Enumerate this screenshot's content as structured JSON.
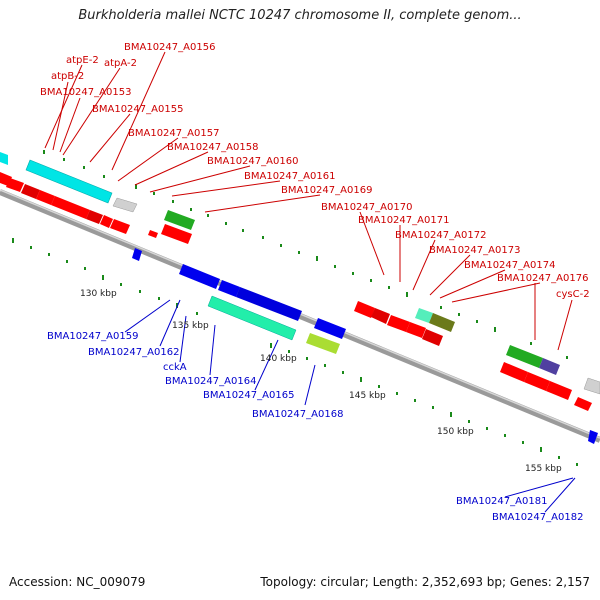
{
  "title": "Burkholderia mallei NCTC 10247 chromosome II, complete genom...",
  "footer": {
    "accession": "Accession: NC_009079",
    "topology": "Topology: circular; Length: 2,352,693 bp; Genes: 2,157"
  },
  "colors": {
    "label_top": "#cc0000",
    "label_bottom": "#0000cc",
    "tick": "#1a8a1a",
    "backbone": "#9a9a9a"
  },
  "ruler_labels": [
    "130 kbp",
    "135 kbp",
    "140 kbp",
    "145 kbp",
    "150 kbp",
    "155 kbp"
  ],
  "top_labels": [
    "BMA10247_A0156",
    "atpE-2",
    "atpA-2",
    "atpB-2",
    "BMA10247_A0153",
    "BMA10247_A0155",
    "BMA10247_A0157",
    "BMA10247_A0158",
    "BMA10247_A0160",
    "BMA10247_A0161",
    "BMA10247_A0169",
    "BMA10247_A0170",
    "BMA10247_A0171",
    "BMA10247_A0172",
    "BMA10247_A0173",
    "BMA10247_A0174",
    "BMA10247_A0176",
    "cysC-2"
  ],
  "bottom_labels": [
    "BMA10247_A0159",
    "BMA10247_A0162",
    "cckA",
    "BMA10247_A0164",
    "BMA10247_A0165",
    "BMA10247_A0168",
    "BMA10247_A0181",
    "BMA10247_A0182"
  ]
}
